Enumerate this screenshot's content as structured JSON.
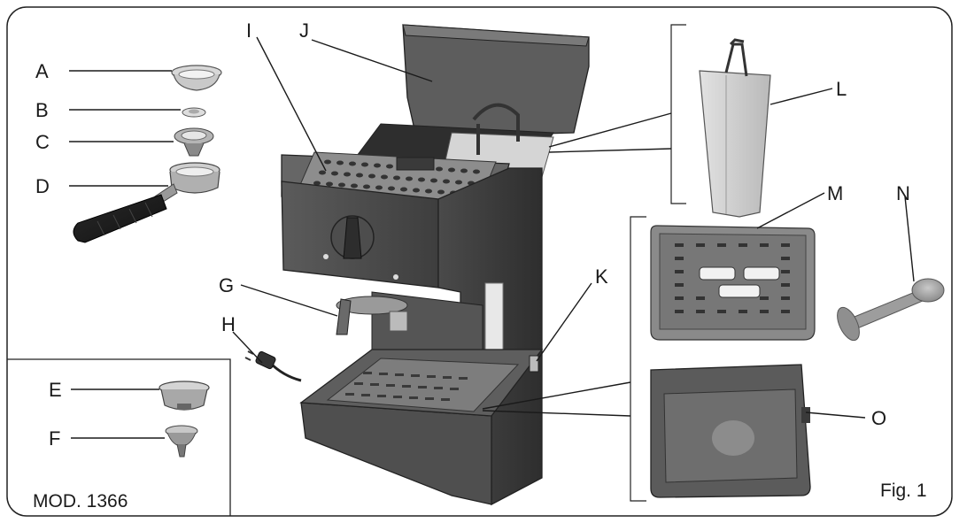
{
  "labels": {
    "A": "A",
    "B": "B",
    "C": "C",
    "D": "D",
    "E": "E",
    "F": "F",
    "G": "G",
    "H": "H",
    "I": "I",
    "J": "J",
    "K": "K",
    "L": "L",
    "M": "M",
    "N": "N",
    "O": "O"
  },
  "model_caption": "MOD. 1366",
  "figure_caption": "Fig. 1"
}
